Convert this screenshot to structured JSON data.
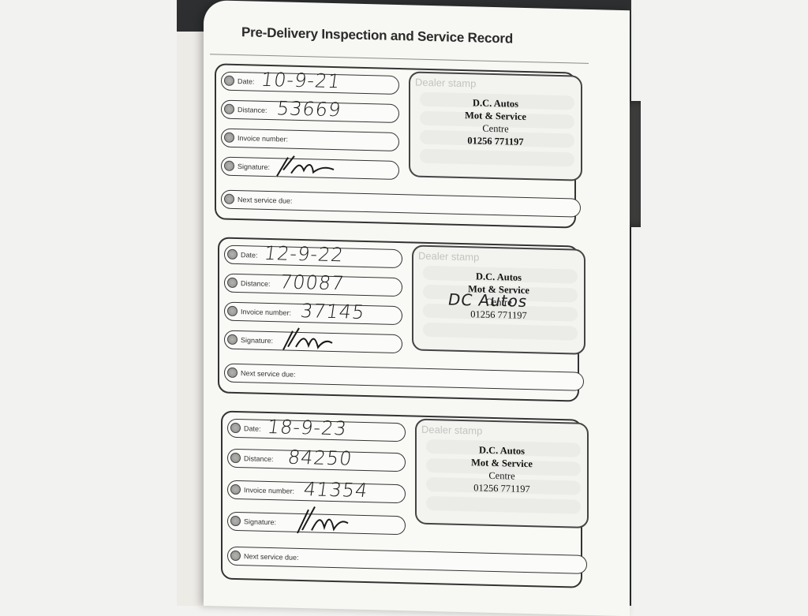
{
  "document": {
    "title": "Pre-Delivery Inspection and Service Record",
    "labels": {
      "date": "Date:",
      "distance": "Distance:",
      "invoice": "Invoice number:",
      "signature": "Signature:",
      "next_service": "Next service due:",
      "dealer_stamp": "Dealer stamp"
    },
    "stamp": {
      "line1": "D.C. Autos",
      "line2": "Mot & Service",
      "line3": "Centre",
      "line4": "01256 771197"
    },
    "records": [
      {
        "date": "10-9-21",
        "distance": "53669",
        "invoice": "",
        "next_service": ""
      },
      {
        "date": "12-9-22",
        "distance": "70087",
        "invoice": "37145",
        "next_service": "",
        "stamp_overwrite": "DC Autos"
      },
      {
        "date": "18-9-23",
        "distance": "84250",
        "invoice": "41354",
        "next_service": ""
      }
    ]
  }
}
